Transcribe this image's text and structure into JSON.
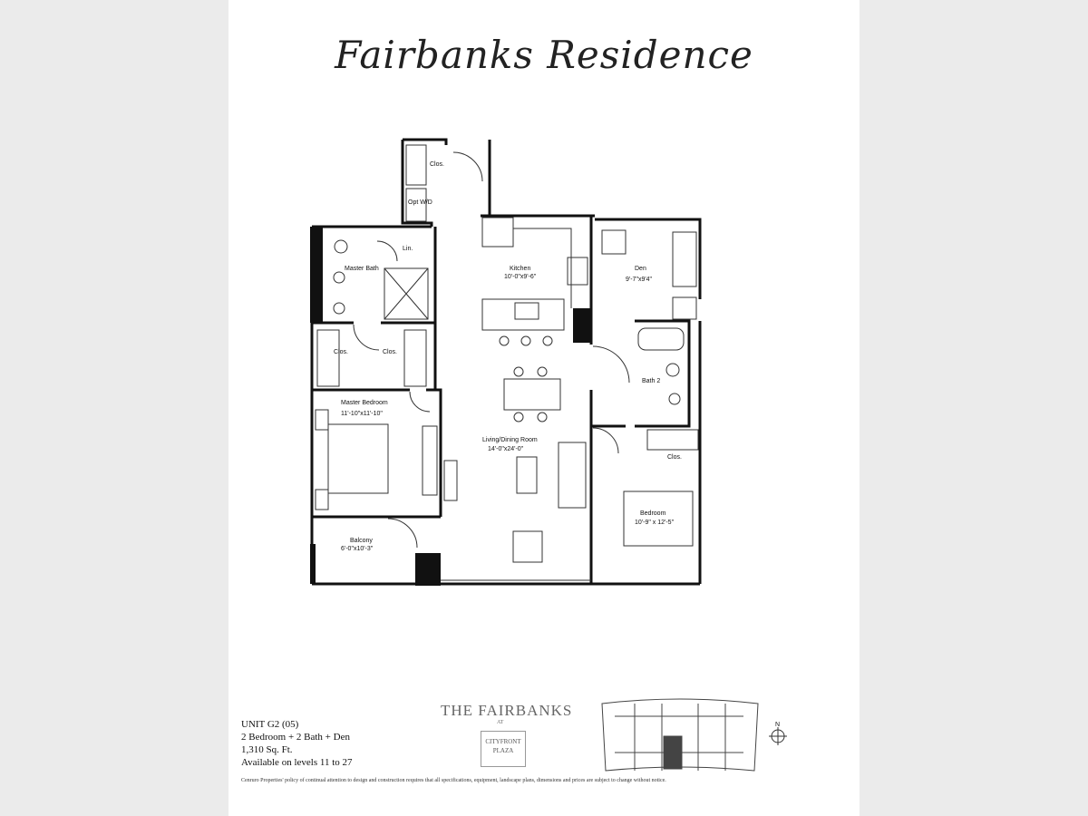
{
  "title": "Fairbanks Residence",
  "rooms": {
    "clos_top": "Clos.",
    "dryer": "Opt W/D",
    "lin": "Lin.",
    "master_bath": "Master Bath",
    "kitchen": "Kitchen",
    "kitchen_dim": "10'-0\"x9'-6\"",
    "den": "Den",
    "den_dim": "9'-7\"x9'4\"",
    "clos_left1": "Clos.",
    "clos_left2": "Clos.",
    "bath2": "Bath 2",
    "master_bedroom": "Master Bedroom",
    "master_bedroom_dim": "11'-10\"x11'-10\"",
    "living_dining": "Living/Dining Room",
    "living_dining_dim": "14'-0\"x24'-0\"",
    "clos_right": "Clos.",
    "bedroom": "Bedroom",
    "bedroom_dim": "10'-9\" x 12'-5\"",
    "balcony": "Balcony",
    "balcony_dim": "6'-0\"x10'-3\""
  },
  "unit": {
    "name": "UNIT G2 (05)",
    "layout": "2 Bedroom + 2 Bath + Den",
    "size": "1,310 Sq. Ft.",
    "levels": "Available on levels 11 to 27"
  },
  "brand": {
    "name": "THE FAIRBANKS",
    "at": "AT",
    "logo": "CITYFRONT PLAZA"
  },
  "compass": "N",
  "disclaimer": "Cenruro Properties' policy of continual attention to design and construction requires that all specifications, equipment, landscape plans, dimensions and prices are subject to change without notice."
}
